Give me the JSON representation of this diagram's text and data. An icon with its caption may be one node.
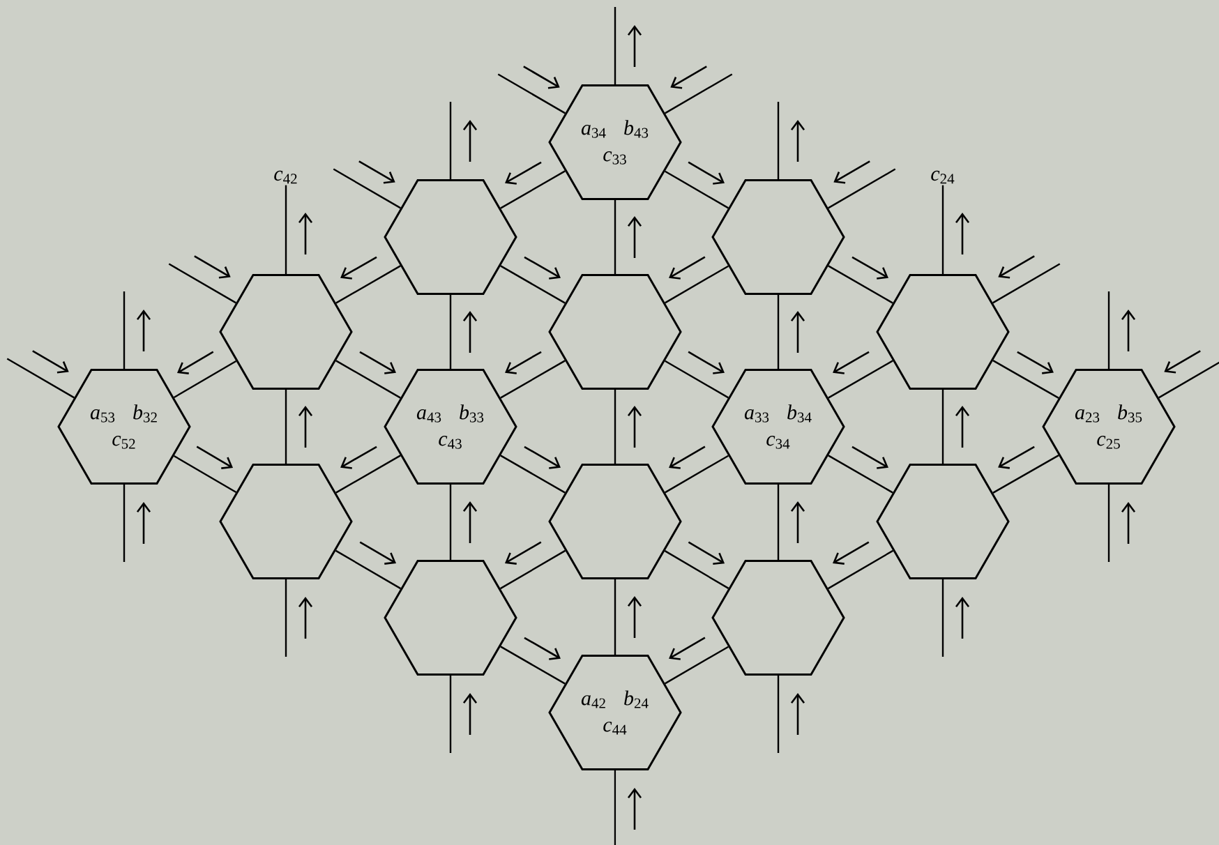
{
  "diagram": {
    "nodes": [
      {
        "text": [
          "*a*$_{34}$",
          "*b*$_{43}$",
          "*c*$_{33}$"
        ]
      },
      {
        "text": [
          "*c*$_{42}$"
        ]
      },
      {
        "text": [
          "*c*$_{24}$"
        ]
      },
      {
        "text": [],
        "shape": "hexagon"
      },
      {
        "text": [],
        "shape": "hexagon"
      },
      {
        "text": [],
        "shape": "hexagon"
      },
      {
        "text": [],
        "shape": "hexagon"
      },
      {
        "text": [],
        "shape": "hexagon"
      },
      {
        "text": [
          "*a*$_{53}$",
          "*b*$_{32}$",
          "*c*$_{52}$"
        ]
      },
      {
        "text": [
          "*a*$_{43}$",
          "*b*$_{33}$",
          "*c*$_{43}$"
        ]
      },
      {
        "text": [
          "*a*$_{33}$",
          "*b*$_{34}$",
          "*c*$_{34}$"
        ]
      },
      {
        "text": [
          "*a*$_{23}$",
          "*b*$_{35}$",
          "*c*$_{25}$"
        ]
      },
      {
        "text": [],
        "shape": "hexagon"
      },
      {
        "text": [],
        "shape": "hexagon"
      },
      {
        "text": [],
        "shape": "hexagon"
      },
      {
        "text": [],
        "shape": "hexagon"
      },
      {
        "text": [],
        "shape": "hexagon"
      },
      {
        "text": [
          "*a*$_{42}$",
          "*b*$_{24}$",
          "*c*$_{44}$"
        ]
      }
    ],
    "edges": [
      {
        "from": 9,
        "to": 3,
        "arrow": "none"
      },
      {
        "from": 15,
        "to": 9,
        "arrow": "none"
      },
      {
        "from": 6,
        "to": 0,
        "arrow": "none"
      },
      {
        "from": 13,
        "to": 6,
        "arrow": "none"
      },
      {
        "from": 17,
        "to": 13,
        "arrow": "none"
      },
      {
        "from": 10,
        "to": 4,
        "arrow": "none"
      },
      {
        "from": 16,
        "to": 10,
        "arrow": "none"
      },
      {
        "from": 12,
        "to": 5,
        "arrow": "none"
      },
      {
        "from": 14,
        "to": 7,
        "arrow": "none"
      },
      {
        "from": 0,
        "to": 4,
        "arrow": "none"
      },
      {
        "from": 3,
        "to": 6,
        "arrow": "none"
      },
      {
        "from": 4,
        "to": 7,
        "arrow": "none"
      },
      {
        "from": 5,
        "to": 9,
        "arrow": "none"
      },
      {
        "from": 6,
        "to": 10,
        "arrow": "none"
      },
      {
        "from": 7,
        "to": 11,
        "arrow": "none"
      },
      {
        "from": 8,
        "to": 12,
        "arrow": "none"
      },
      {
        "from": 9,
        "to": 13,
        "arrow": "none"
      },
      {
        "from": 10,
        "to": 14,
        "arrow": "none"
      },
      {
        "from": 12,
        "to": 15,
        "arrow": "none"
      },
      {
        "from": 13,
        "to": 16,
        "arrow": "none"
      },
      {
        "from": 15,
        "to": 17,
        "arrow": "none"
      },
      {
        "from": 0,
        "to": 3,
        "arrow": "none"
      },
      {
        "from": 3,
        "to": 5,
        "arrow": "none"
      },
      {
        "from": 4,
        "to": 6,
        "arrow": "none"
      },
      {
        "from": 5,
        "to": 8,
        "arrow": "none"
      },
      {
        "from": 6,
        "to": 9,
        "arrow": "none"
      },
      {
        "from": 7,
        "to": 10,
        "arrow": "none"
      },
      {
        "from": 9,
        "to": 12,
        "arrow": "none"
      },
      {
        "from": 10,
        "to": 13,
        "arrow": "none"
      },
      {
        "from": 11,
        "to": 14,
        "arrow": "none"
      },
      {
        "from": 13,
        "to": 15,
        "arrow": "none"
      },
      {
        "from": 14,
        "to": 16,
        "arrow": "none"
      },
      {
        "from": 16,
        "to": 17,
        "arrow": "none"
      },
      {
        "from": 5,
        "to": 1,
        "arrow": "none"
      },
      {
        "from": 7,
        "to": 2,
        "arrow": "none"
      },
      {
        "from": 0,
        "to": null,
        "arrow": "none"
      },
      {
        "from": 3,
        "to": null,
        "arrow": "none"
      },
      {
        "from": 4,
        "to": null,
        "arrow": "none"
      },
      {
        "from": 8,
        "to": null,
        "arrow": "none"
      },
      {
        "from": 11,
        "to": null,
        "arrow": "none"
      },
      {
        "from": null,
        "to": 0,
        "arrow": "none"
      },
      {
        "from": null,
        "to": 3,
        "arrow": "none"
      },
      {
        "from": null,
        "to": 5,
        "arrow": "none"
      },
      {
        "from": null,
        "to": 8,
        "arrow": "none"
      },
      {
        "from": null,
        "to": 0,
        "arrow": "none"
      },
      {
        "from": null,
        "to": 4,
        "arrow": "none"
      },
      {
        "from": null,
        "to": 7,
        "arrow": "none"
      },
      {
        "from": null,
        "to": 11,
        "arrow": "none"
      },
      {
        "from": null,
        "to": 8,
        "arrow": "none"
      },
      {
        "from": null,
        "to": 12,
        "arrow": "none"
      },
      {
        "from": null,
        "to": 15,
        "arrow": "none"
      },
      {
        "from": null,
        "to": 17,
        "arrow": "none"
      },
      {
        "from": null,
        "to": 16,
        "arrow": "none"
      },
      {
        "from": null,
        "to": 14,
        "arrow": "none"
      },
      {
        "from": null,
        "to": 11,
        "arrow": "none"
      }
    ]
  }
}
